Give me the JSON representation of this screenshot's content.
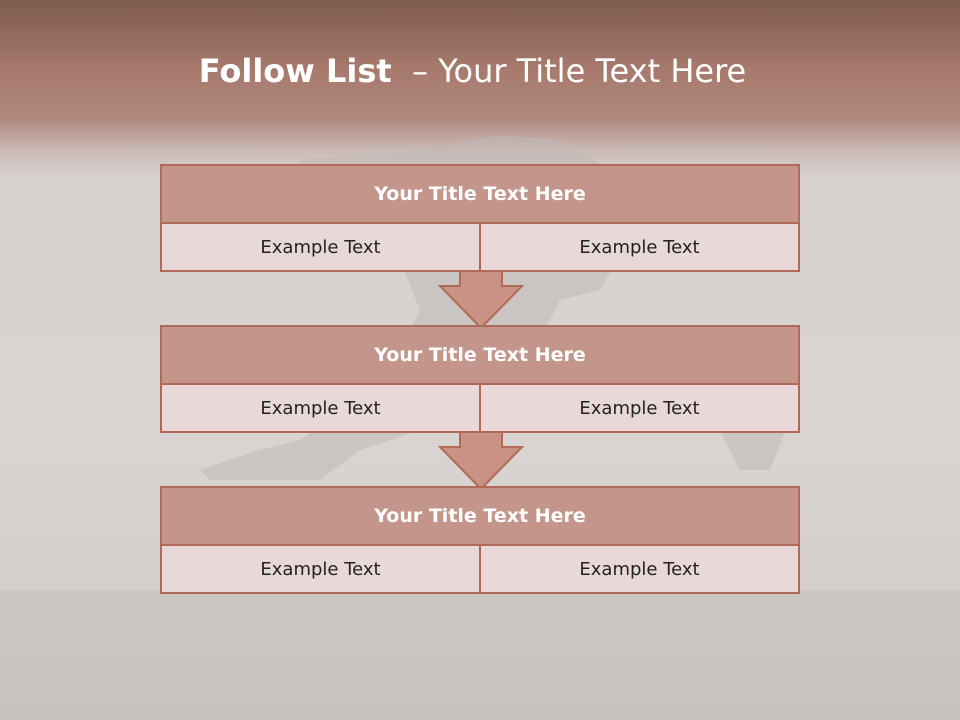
{
  "slide": {
    "title_bold": "Follow List",
    "title_rest": "– Your Title Text Here"
  },
  "steps": [
    {
      "title": "Your Title Text Here",
      "left": "Example Text",
      "right": "Example Text"
    },
    {
      "title": "Your Title Text Here",
      "left": "Example Text",
      "right": "Example Text"
    },
    {
      "title": "Your Title Text Here",
      "left": "Example Text",
      "right": "Example Text"
    }
  ],
  "colors": {
    "header_bar": "#a77a6d",
    "box_border": "#b06a58",
    "box_title_fill": "#c4968b",
    "box_cell_fill": "#e8d8d7",
    "arrow_fill": "#c99285"
  },
  "icons": [
    "down-arrow-icon"
  ]
}
